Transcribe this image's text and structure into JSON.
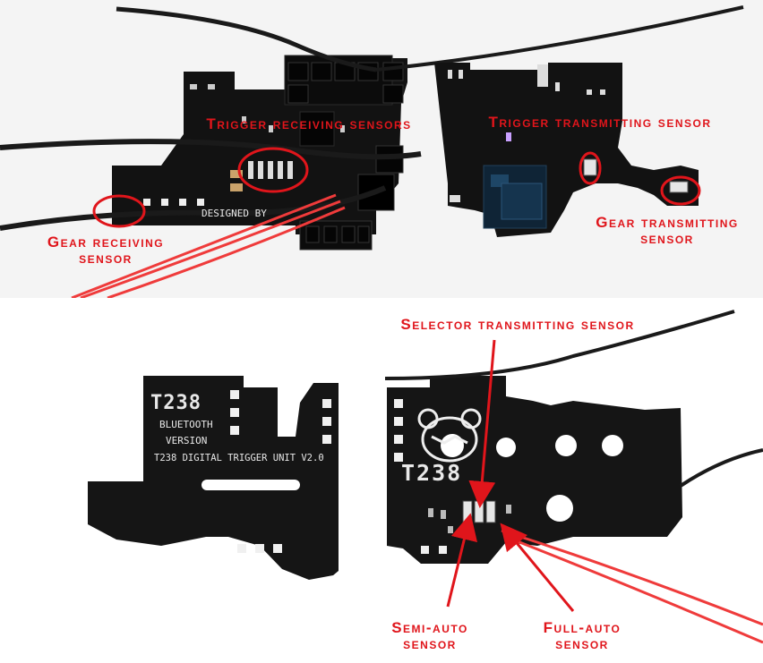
{
  "labels": {
    "trigger_receiving": "Trigger receiving sensors",
    "trigger_transmitting": "Trigger transmitting sensor",
    "gear_receiving": "Gear receiving sensor",
    "gear_transmitting": "Gear transmitting sensor",
    "selector_transmitting": "Selector transmitting sensor",
    "semi_auto": "Semi-auto sensor",
    "full_auto": "Full-auto sensor"
  },
  "board_silkscreen": {
    "designed_by": "DESIGNED BY",
    "brand": "T238",
    "bluetooth": "BLUETOOTH",
    "version": "VERSION",
    "product_name": "T238 DIGITAL TRIGGER UNIT V2.0",
    "logo_brand": "T238"
  },
  "colors": {
    "annotation": "#e0151b",
    "pcb": "#121212",
    "wire_red": "#ef3b3b",
    "wire_black": "#1a1a1a"
  }
}
